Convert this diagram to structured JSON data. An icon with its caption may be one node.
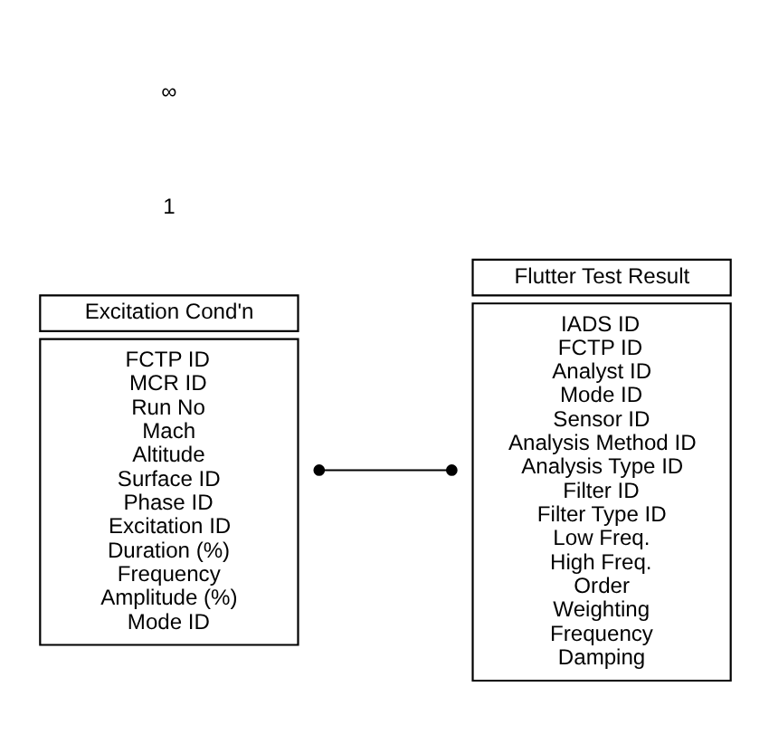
{
  "diagram": {
    "nodes": [
      {
        "text": [
          "Excitation Cond'n",
          "FCTP ID",
          "MCR ID",
          "Run No",
          "Mach",
          "Altitude",
          "Surface ID",
          "Phase ID",
          "Excitation ID",
          "Duration (%)",
          "Frequency",
          "Amplitude (%)",
          "Mode ID"
        ]
      },
      {
        "text": [
          "Flutter Test Result",
          "IADS ID",
          "FCTP ID",
          "Analyst ID",
          "Mode ID",
          "Sensor ID",
          "Analysis Method ID",
          "Analysis Type ID",
          "Filter ID",
          "Filter Type ID",
          "Low Freq.",
          "High Freq.",
          "Order",
          "Weighting",
          "Frequency",
          "Damping"
        ]
      }
    ],
    "edges": [
      {
        "from": 0,
        "to": 1,
        "arrow": "other"
      }
    ],
    "labels": [
      "1",
      "∞"
    ]
  }
}
